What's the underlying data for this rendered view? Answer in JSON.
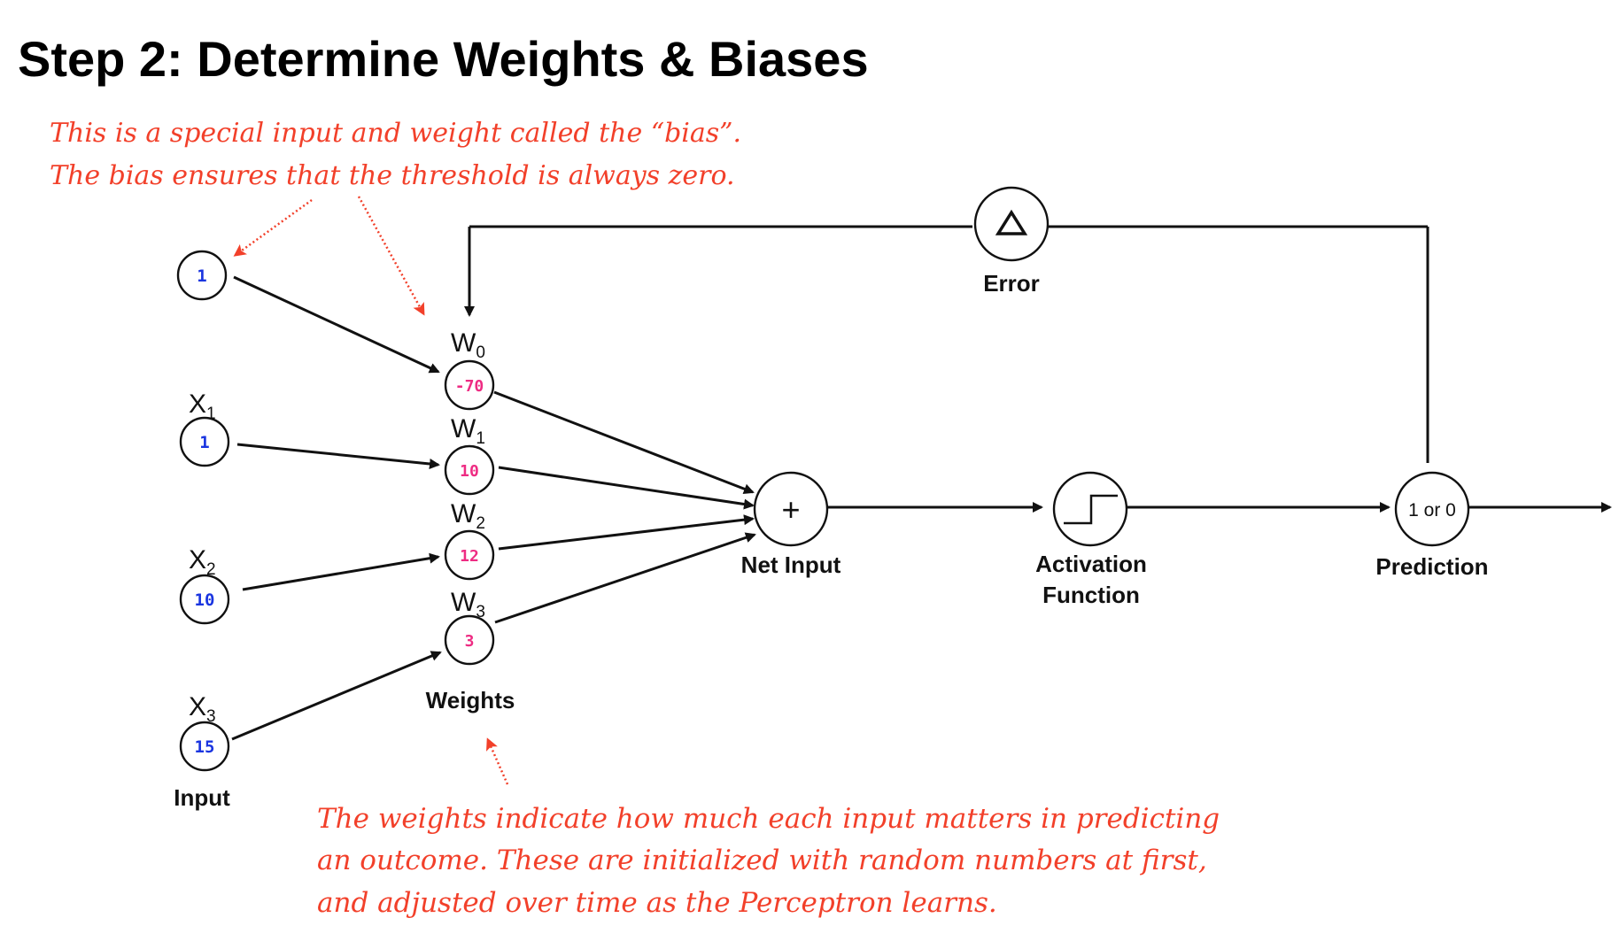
{
  "title": "Step 2: Determine Weights & Biases",
  "colors": {
    "input_value": "#1a35e0",
    "weight_value": "#ee2c83",
    "annotation": "#f2402a",
    "ink": "#111111"
  },
  "inputs": [
    {
      "symbol": "",
      "sub": "",
      "value": "1"
    },
    {
      "symbol": "X",
      "sub": "1",
      "value": "1"
    },
    {
      "symbol": "X",
      "sub": "2",
      "value": "10"
    },
    {
      "symbol": "X",
      "sub": "3",
      "value": "15"
    }
  ],
  "inputs_label": "Input",
  "weights": [
    {
      "symbol": "W",
      "sub": "0",
      "value": "-70"
    },
    {
      "symbol": "W",
      "sub": "1",
      "value": "10"
    },
    {
      "symbol": "W",
      "sub": "2",
      "value": "12"
    },
    {
      "symbol": "W",
      "sub": "3",
      "value": "3"
    }
  ],
  "weights_label": "Weights",
  "sum_node": {
    "symbol": "+",
    "label": "Net Input"
  },
  "activation": {
    "icon": "step-function-icon",
    "label_line1": "Activation",
    "label_line2": "Function"
  },
  "prediction": {
    "value": "1 or 0",
    "label": "Prediction"
  },
  "error": {
    "icon": "delta-icon",
    "label": "Error"
  },
  "annotations": {
    "bias_line1": "This is a special input and weight called the “bias”.",
    "bias_line2": "The bias ensures that the threshold is always zero.",
    "weights_line1": "The weights indicate how much each input matters in predicting",
    "weights_line2": "an outcome. These are initialized with random numbers at first,",
    "weights_line3": "and adjusted over time as the Perceptron learns."
  }
}
